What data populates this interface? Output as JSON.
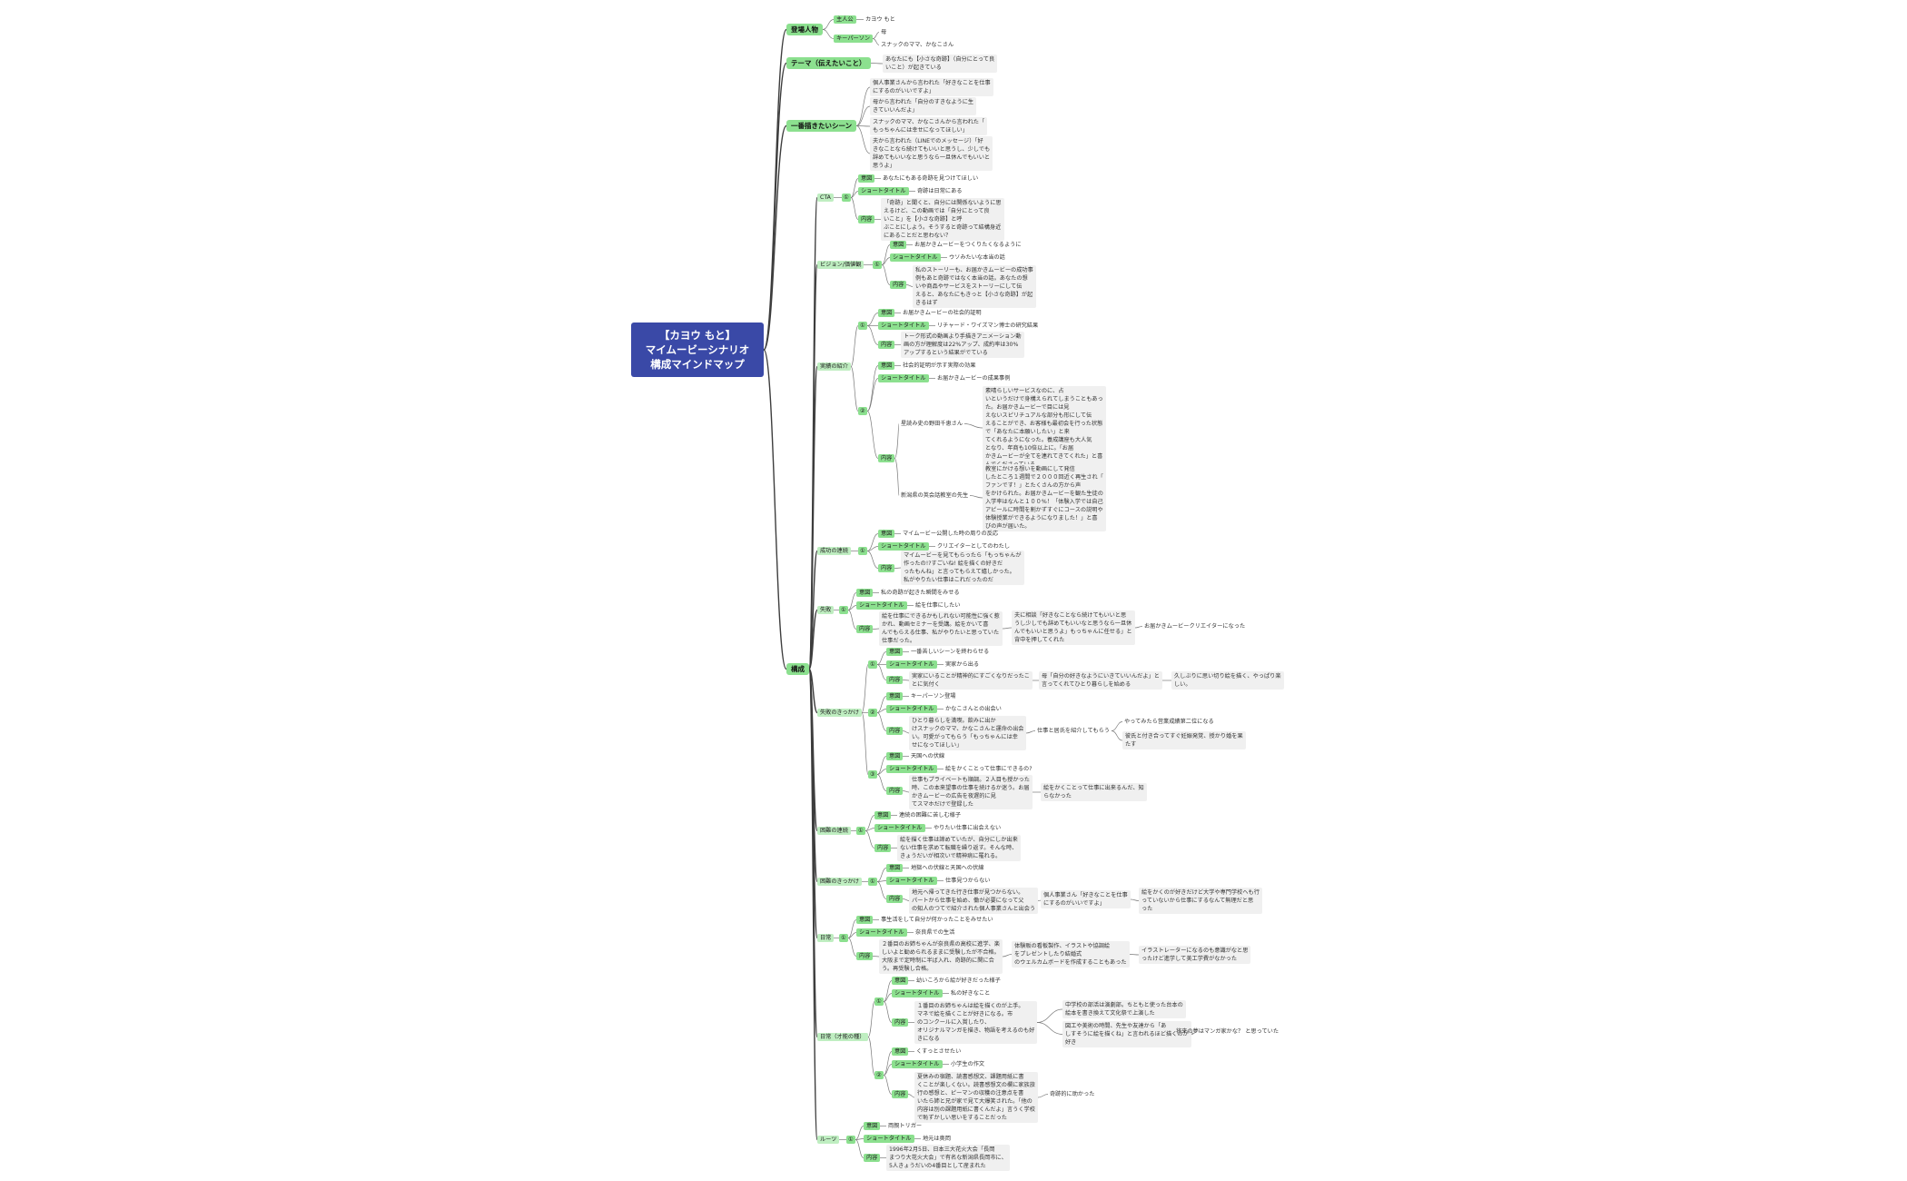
{
  "root": {
    "title": "【カヨウ もと】\nマイムービーシナリオ\n構成マインドマップ"
  },
  "branches": {
    "characters": "登場人物",
    "theme": "テーマ（伝えたいこと）",
    "scenes": "一番描きたいシーン",
    "structure": "構成"
  },
  "characters": {
    "protagonist_label": "主人公",
    "protagonist_value": "カヨウ もと",
    "keyperson_label": "キーパーソン",
    "keyperson_1": "母",
    "keyperson_2": "スナックのママ、かなこさん"
  },
  "theme": {
    "text": "あなたにも【小さな奇跡】（自分にとって良\nいこと）が起きている"
  },
  "scenes": [
    "個人事業さんから言われた「好きなことを仕事\nにするのがいいですよ」",
    "母から言われた「自分のすきなように生\nきていいんだよ」",
    "スナックのママ、かなこさんから言われた「\nもっちゃんには幸せになってほしい」",
    "夫から言われた（LINEでのメッセージ）「好\nきなことなら続けてもいいと思うし、少しでも\n辞めてもいいなと思うなら一旦休んでもいいと\n思うよ」"
  ],
  "common": {
    "meaning": "意図",
    "short_title": "ショートタイトル",
    "content": "内容"
  },
  "structure": {
    "cta": {
      "label": "CTA",
      "num": "①",
      "meaning": "あなたにもある奇跡を見つけてほしい",
      "short_title": "奇跡は日常にある",
      "content": "「奇跡」と聞くと、自分には関係ないように思\nえるけど、この動画では「自分にとって良\nいこと」を【小さな奇跡】と呼\nぶことにしよう。そうすると奇跡って結構身近\nにあることだと思わない？"
    },
    "vision": {
      "label": "ビジョン/価値観",
      "num": "①",
      "meaning": "お届かきムービーをつくりたくなるように",
      "short_title": "ウソみたいな本当の話",
      "content": "私のストーリーも、お届かきムービーの成功事\n例もあと奇跡ではなく本当の話。あなたの想\nいや商品やサービスをストーリーにして伝\nえると、あなたにもきっと【小さな奇跡】が起\nきるはず"
    },
    "results": {
      "label": "実績の紹介",
      "n1": {
        "num": "①",
        "meaning": "お届かきムービーの社会的証明",
        "short_title": "リチャード・ワイズマン博士の研究結果",
        "content": "トーク形式の動画より手描きアニメーション動\n画の方が理解度は22%アップ、成約率は30%\nアップするという結果がでている"
      },
      "n2": {
        "num": "②",
        "meaning": "社会的証明が示す実際の効果",
        "short_title": "お届かきムービーの成果事例",
        "case1_label": "星読み史の野田千恵さん",
        "case1_text": "素晴らしいサービスなのに、占\nいというだけで身構えられてしまうこともあっ\nた。お届かきムービーで目には見\nえないスピリチュアルな部分も形にして伝\nえることができ、お客様も最初会を行った状態\nで「あなたに本願いしたい」と来\nてくれるようになった。養成講座も大人気\nとなり、年商も10倍以上に。「お届\nかきムービーが全てを連れてきてくれた」と喜\nんでくださっている",
        "case2_label": "新潟県の英会話教室の先生",
        "case2_text": "教室にかける想いを動画にして発信\nしたところ１週間で２０００回近く再生され「\nファンです！」とたくさんの方から声\nをかけられた。お届かきムービーを観た生徒の\n入学率はなんと１００%！「体験入学では自己\nアピールに時間を割かずすぐにコースの説明や\n体験授業ができるようになりました！」と喜\nびの声が届いた。"
      }
    },
    "success": {
      "label": "成功の連続",
      "num": "①",
      "meaning": "マイムービー公開した時の周りの反応",
      "short_title": "クリエイターとしてのわたし",
      "content": "マイムービーを見てもらったら「もっちゃんが\n作ったの!?すごいね! 絵を描くの好きだ\nったもんね」と言ってもらえて嬉しかった。\n私がやりたい仕事はこれだったのだ"
    },
    "failure": {
      "label": "失敗",
      "num": "①",
      "meaning": "私の奇跡が起きた瞬間をみせる",
      "short_title": "絵を仕事にしたい",
      "content": "絵を仕事にできるかもしれない可能性に強く惹\nかれ、動画セミナーを受講。絵をかいて喜\nんでもらえる仕事、私がやりたいと思っていた\n仕事だった。",
      "detail": "夫に相談「好きなことなら続けてもいいと思\nうし少しでも辞めてもいいなと思うなら一旦休\nんでもいいと思うよ」もっちゃんに任せる」と\n背中を押してくれた",
      "result": "お届かきムービークリエイターになった"
    },
    "failure_trigger": {
      "label": "失敗のきっかけ",
      "n1": {
        "num": "①",
        "meaning": "一番苦しいシーンを終わらせる",
        "short_title": "実家から出る",
        "content": "実家にいることが精神的にすごくなりだったこ\nとに気付く",
        "detail": "母「自分の好きなようにいきていいんだよ」と\n言ってくれてひとり暮らしを始める",
        "result": "久しぶりに思い切り絵を描く、やっぱり楽\nしい。"
      },
      "n2": {
        "num": "②",
        "meaning": "キーパーソン登場",
        "short_title": "かなこさんとの出会い",
        "content": "ひとり暮らしを満喫。飲みに出か\nけスナックのママ、かなこさんと運命の出会\nい。可愛がってもらう「もっちゃんには幸\nせになってほしい」",
        "detail": "仕事と居氏を紹介してもらう",
        "result1": "やってみたら営業成績第二位になる",
        "result2": "彼氏と付き合ってすぐ妊娠発覚、授かり婚を果\nたす"
      },
      "n3": {
        "num": "③",
        "meaning": "天国への伏線",
        "short_title": "絵をかくことって仕事にできるの?",
        "content": "仕事もプライベートも順調。２人目も授かった\n時、この本来望事の仕事を続けるか迷う。お届\nかきムービーの広告を夜遅的に見\nてスマホだけで登録した",
        "detail": "絵をかくことって仕事に出来るんだ、知\nらなかった"
      }
    },
    "hardship": {
      "label": "困難の連続",
      "num": "①",
      "meaning": "連続の困難に苦しむ様子",
      "short_title": "やりたい仕事に出会えない",
      "content": "絵を描く仕事は諦めていたが、自分にしか出来\nない仕事を求めて転職を繰り返す。そんな時、\nきょうだいが相次いで精神病に罹れる。"
    },
    "hardship_trigger": {
      "label": "困難のきっかけ",
      "num": "①",
      "meaning": "地獄への伏線と天国への伏線",
      "short_title": "仕事見つからない",
      "content": "地元へ帰ってきた行き仕事が見つからない。\nパートから仕事を始め、働が必要になって父\nの知人のつてで紹介された個人事業さんと出会う",
      "detail": "個人事業さん「好きなことを仕事\nにするのがいいですよ」",
      "result": "絵をかくのが好きだけど大学や専門学校へも行\nっていないから仕事にするなんて無理だと思\nった"
    },
    "daily": {
      "label": "日常",
      "num": "①",
      "meaning": "事生活をして自分が何かったことをみせたい",
      "short_title": "奈良県での生活",
      "content": "２番目のお姉ちゃんが奈良県の高校に進学、楽\nしいよと勧められるままに受験したが不合格。\n大阪まで定時制に半ば入れ、奇跡的に関に合\nう。再受験し合格。",
      "detail": "体験販の看板製作、イラストや協調絵\nをプレゼントしたり結婚式\nのウェルカムボードを作成することもあった",
      "result": "イラストレーターになるのも意識がなと思\nったけど進学して美工学費がなかった"
    },
    "daily_natural": {
      "label": "日常（才能の種）",
      "n1": {
        "num": "①",
        "meaning": "幼いころから絵が好きだった様子",
        "short_title": "私の好きなこと",
        "content": "１番目のお姉ちゃんは絵を描くのが上手。\nマネで絵を描くことが好きになる。市\nのコンクールに入賞したり、\nオリジナルマンガを描き、物語を考えるのも好\nきになる",
        "detail1": "中学校の部活は演劇部。ちともと使った台本の\n絵本を書き換えて文化祭で上演した",
        "detail2": "図工や美術の時間、先生や友達から「あ\nしすそうに絵を描くね」と言われるほど描くのが\n好き",
        "result": "将来の夢はマンガ家かな？ と思っていた"
      },
      "n2": {
        "num": "②",
        "meaning": "くすっとさせたい",
        "short_title": "小学生の作文",
        "content": "夏休みの宿題、読書感想文、課題用紙に書\nくことが楽しくない。読書感想文の欄に家族旅\n行の感想と、ピーマンの収穫の注意点を書\nいたら姉と兄が家で見て大爆笑された。「他の\n内容は別の課題用紙に書くんだよ」言うく学校\nで恥ずかしい思いをすることだった",
        "detail": "奇跡的に助かった"
      }
    },
    "roots": {
      "label": "ルーツ",
      "num": "①",
      "meaning": "両親トリガー",
      "short_title": "地元は奥岡",
      "content": "1996年2月5日、日本三大花火大会「長岡\nまつり大花火大会」で有名な新潟県長岡市に、\n5人きょうだいの4番目として産まれた"
    }
  }
}
